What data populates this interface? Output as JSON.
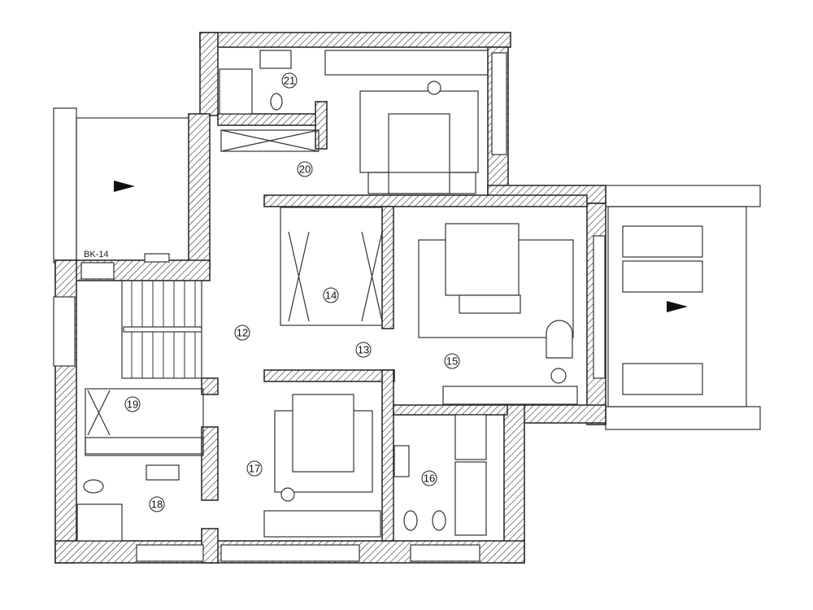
{
  "plan": {
    "rooms": [
      "21",
      "20",
      "14",
      "12",
      "13",
      "15",
      "19",
      "17",
      "18",
      "16"
    ],
    "tag": "BK-14"
  }
}
